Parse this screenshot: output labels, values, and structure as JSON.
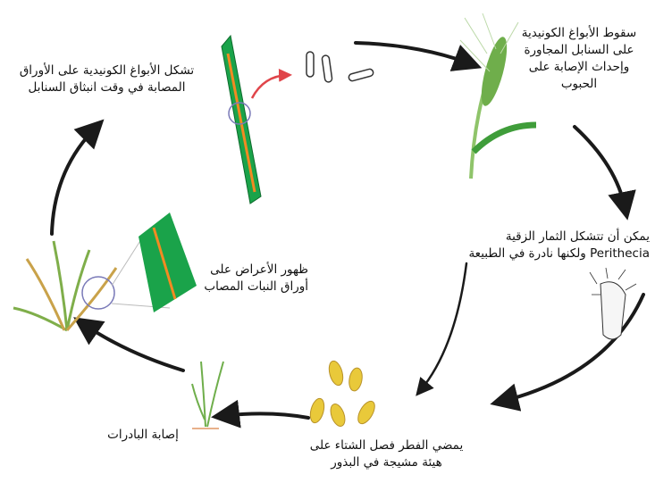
{
  "diagram": {
    "colors": {
      "leaf": "#1aa34a",
      "stripe": "#f28a22",
      "arrow": "#1a1a1a",
      "red_arrow": "#e0454a",
      "seed": "#e9c93a"
    },
    "labels": {
      "spores_fall": [
        "سقوط الأبواغ الكونيدية",
        "على السنابل المجاورة",
        "وإحداث الإصابة على",
        "الحبوب"
      ],
      "spores_form": [
        "تشكل الأبواغ الكونيدية على الأوراق",
        "المصابة في وقت انبثاق السنابل"
      ],
      "perithecia": [
        "يمكن أن تتشكل الثمار الزقية",
        "Perithecia  ولكنها نادرة في الطبيعة"
      ],
      "symptoms": [
        "ظهور الأعراض على",
        "أوراق النبات المصاب"
      ],
      "overwinter": [
        "يمضي الفطر فصل الشتاء على",
        "هيئة مشيجة في البذور"
      ],
      "seedling": "إصابة البادرات"
    }
  }
}
